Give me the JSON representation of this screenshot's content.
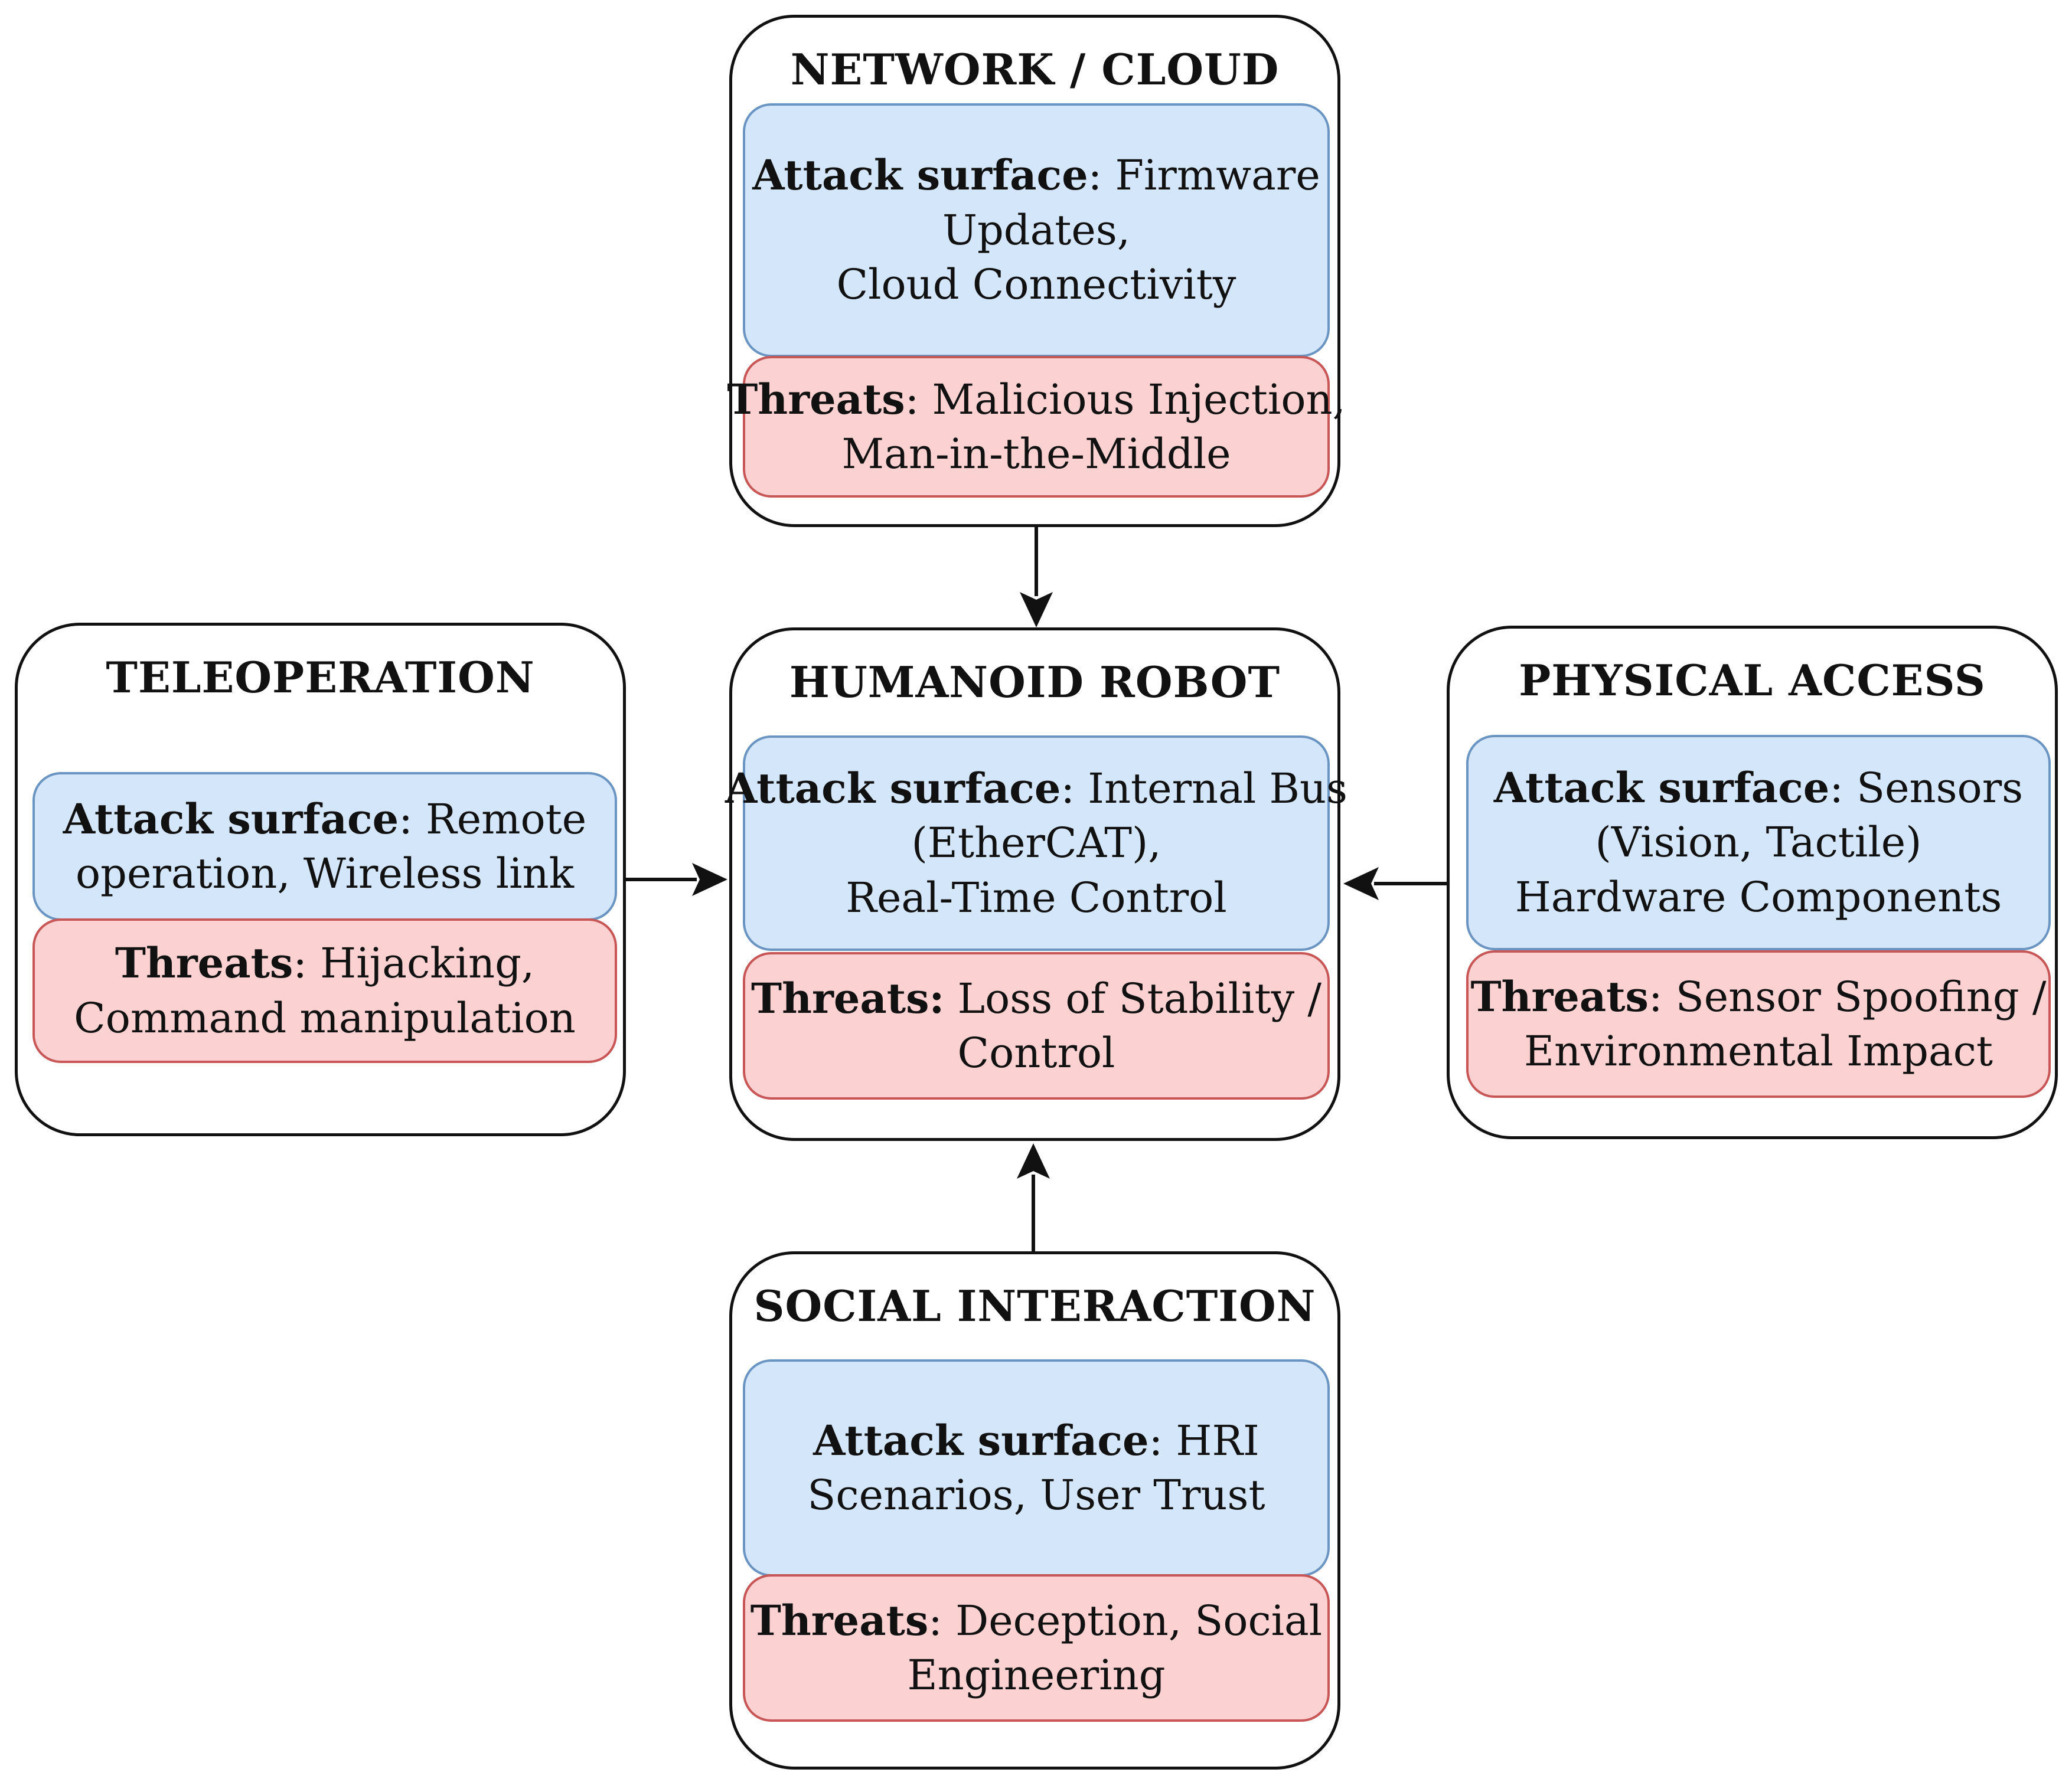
{
  "nodes": {
    "network": {
      "title": "NETWORK / CLOUD",
      "surface": {
        "label": "Attack surface",
        "line1": ": Firmware",
        "line2": "Updates,",
        "line3": "Cloud Connectivity"
      },
      "threats": {
        "label": "Threats",
        "line1": ": Malicious Injection,",
        "line2": "Man-in-the-Middle"
      }
    },
    "teleop": {
      "title": "TELEOPERATION",
      "surface": {
        "label": "Attack surface",
        "line1": ": Remote",
        "line2": "operation, Wireless link"
      },
      "threats": {
        "label": "Threats",
        "line1": ": Hijacking,",
        "line2": "Command manipulation"
      }
    },
    "robot": {
      "title": "HUMANOID ROBOT",
      "surface": {
        "label": "Attack surface",
        "line1": ": Internal Bus",
        "line2": "(EtherCAT),",
        "line3": "Real-Time Control"
      },
      "threats": {
        "label": "Threats:",
        "line1": " Loss of Stability /",
        "line2": "Control"
      }
    },
    "physical": {
      "title": "PHYSICAL ACCESS",
      "surface": {
        "label": "Attack surface",
        "line1": ": Sensors",
        "line2": "(Vision, Tactile)",
        "line3": "Hardware Components"
      },
      "threats": {
        "label": "Threats",
        "line1": ": Sensor Spoofing /",
        "line2": "Environmental Impact"
      }
    },
    "social": {
      "title": "SOCIAL INTERACTION",
      "surface": {
        "label": "Attack surface",
        "line1": ": HRI",
        "line2": "Scenarios, User Trust"
      },
      "threats": {
        "label": "Threats",
        "line1": ": Deception, Social",
        "line2": "Engineering"
      }
    }
  },
  "colors": {
    "surface_fill": "#d4e6f9",
    "surface_border": "#6a95c2",
    "threat_fill": "#fbd1d1",
    "threat_border": "#c85656",
    "outline": "#111111"
  }
}
